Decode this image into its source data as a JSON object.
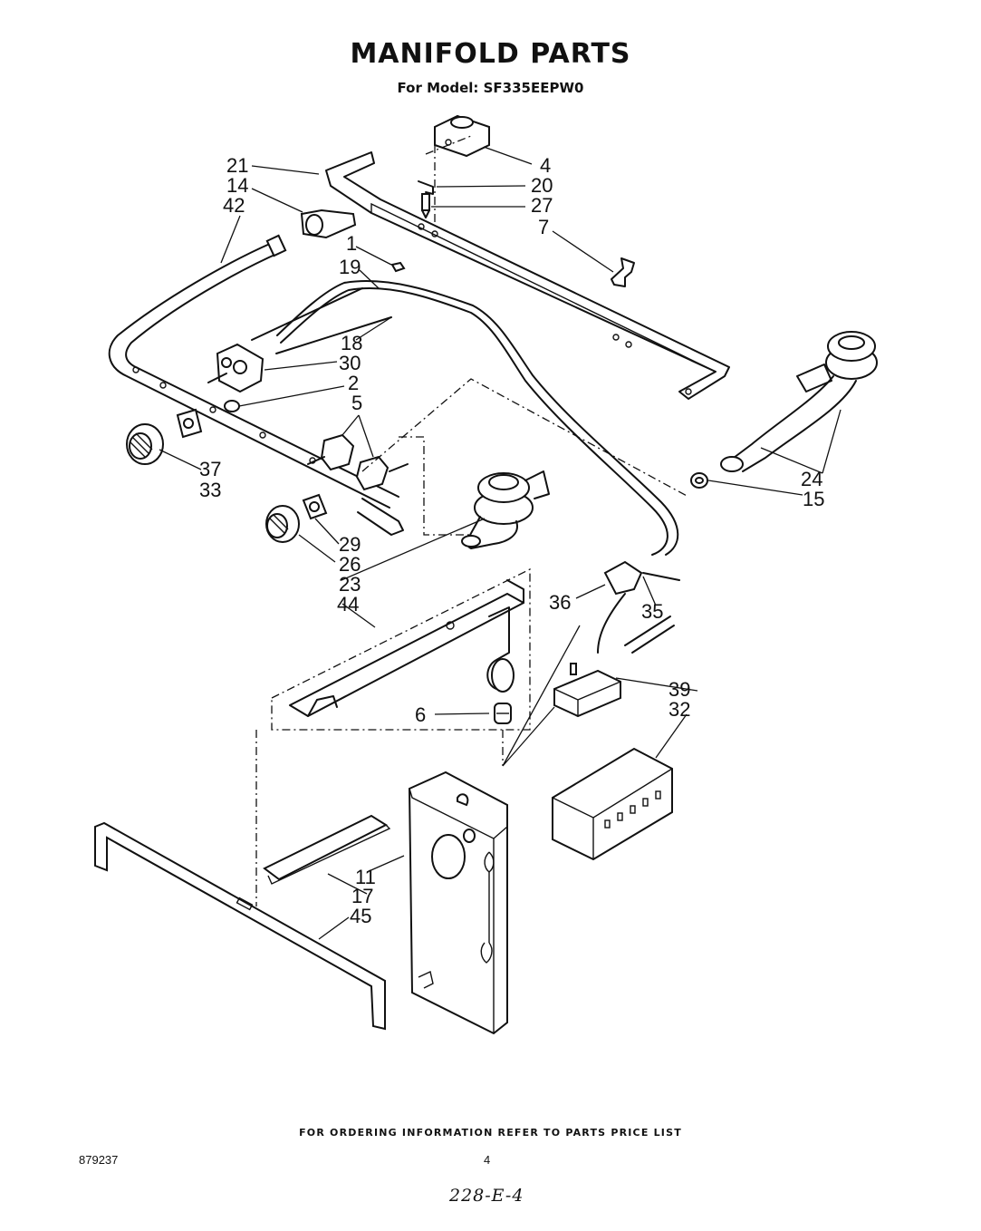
{
  "title": "MANIFOLD PARTS",
  "subtitle": "For Model: SF335EEPW0",
  "footer": "FOR ORDERING INFORMATION REFER TO PARTS PRICE LIST",
  "doc_number": "879237",
  "page_number": "4",
  "handwritten_note": "228-E-4",
  "callouts": [
    {
      "id": "21"
    },
    {
      "id": "14"
    },
    {
      "id": "42"
    },
    {
      "id": "1"
    },
    {
      "id": "19"
    },
    {
      "id": "4"
    },
    {
      "id": "20"
    },
    {
      "id": "27"
    },
    {
      "id": "7"
    },
    {
      "id": "18"
    },
    {
      "id": "30"
    },
    {
      "id": "2"
    },
    {
      "id": "5"
    },
    {
      "id": "37"
    },
    {
      "id": "33"
    },
    {
      "id": "29"
    },
    {
      "id": "26"
    },
    {
      "id": "23"
    },
    {
      "id": "44"
    },
    {
      "id": "24"
    },
    {
      "id": "15"
    },
    {
      "id": "36"
    },
    {
      "id": "35"
    },
    {
      "id": "39"
    },
    {
      "id": "32"
    },
    {
      "id": "6"
    },
    {
      "id": "11"
    },
    {
      "id": "17"
    },
    {
      "id": "45"
    }
  ]
}
